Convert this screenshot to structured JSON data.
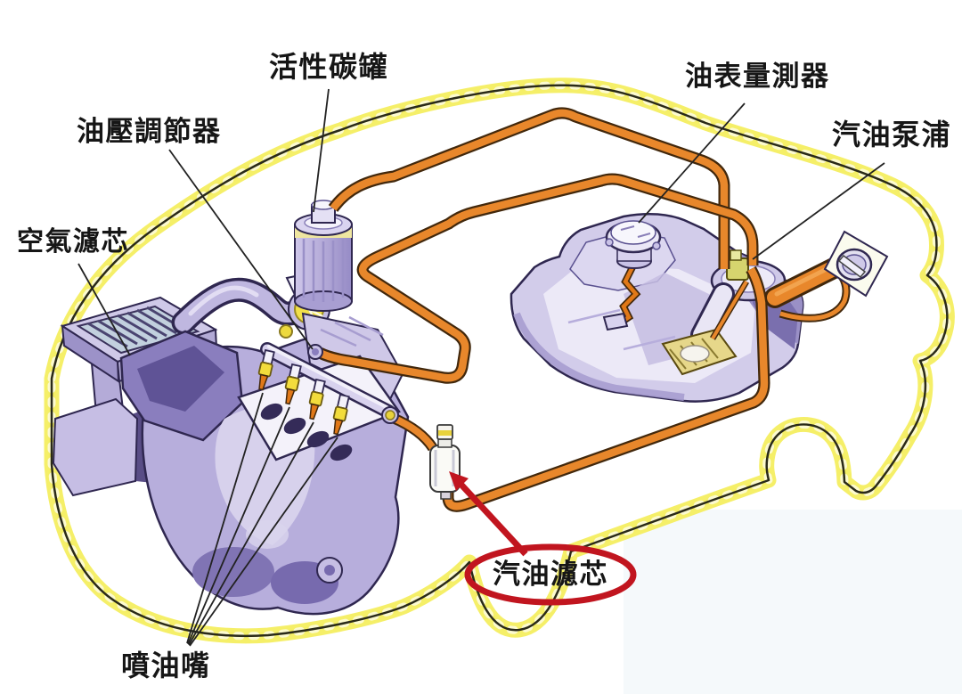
{
  "diagram": {
    "type": "automotive-fuel-system-cutaway",
    "labels": {
      "air_filter": "空氣濾芯",
      "fuel_pressure_regulator": "油壓調節器",
      "charcoal_canister": "活性碳罐",
      "fuel_gauge_sender": "油表量測器",
      "fuel_pump": "汽油泵浦",
      "fuel_filter": "汽油濾芯",
      "fuel_injectors": "噴油嘴"
    },
    "colors": {
      "fuel_line": "#E8872B",
      "fuel_line_outline": "#42280C",
      "body_outline_glow": "#F5EF68",
      "component_lavender": "#C6BEE4",
      "highlight_red": "#C1151F",
      "label_text": "#161616",
      "background": "#FFFFFF"
    }
  }
}
